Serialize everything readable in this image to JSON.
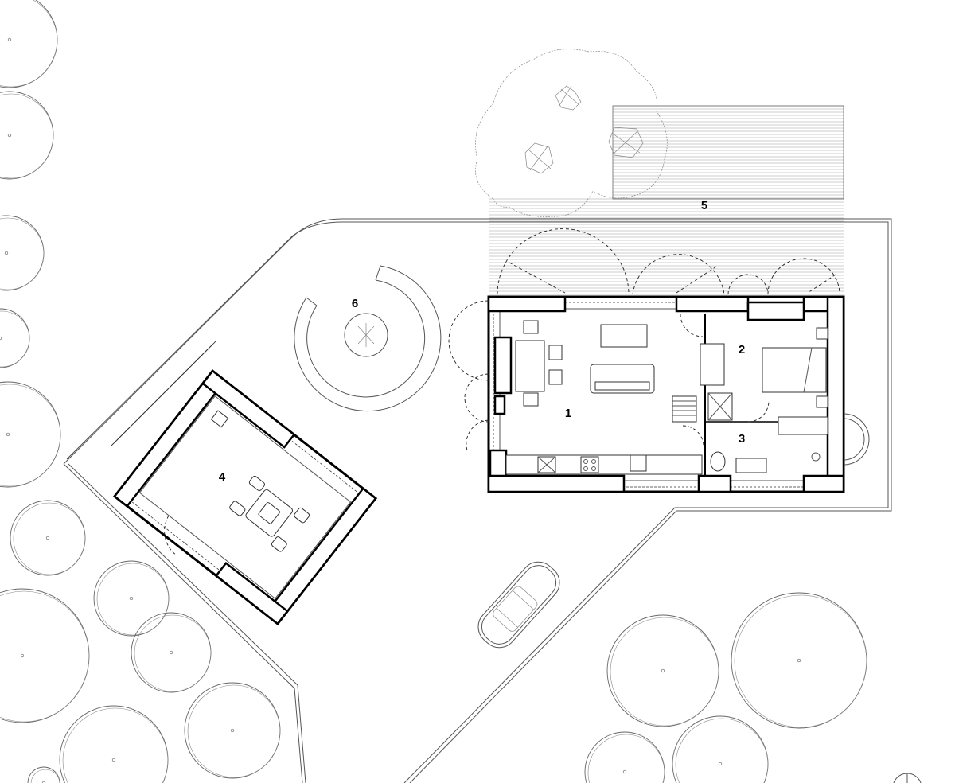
{
  "plan": {
    "room_labels": [
      {
        "id": "living",
        "text": "1"
      },
      {
        "id": "bedroom",
        "text": "2"
      },
      {
        "id": "bathroom",
        "text": "3"
      },
      {
        "id": "garage",
        "text": "4"
      },
      {
        "id": "deck",
        "text": "5"
      },
      {
        "id": "firepit",
        "text": "6"
      }
    ],
    "colors": {
      "line": "#555555",
      "wall": "#000000",
      "background": "#ffffff"
    },
    "icons": [
      "north-arrow-icon",
      "tree-icon",
      "car-icon",
      "tractor-icon"
    ]
  }
}
